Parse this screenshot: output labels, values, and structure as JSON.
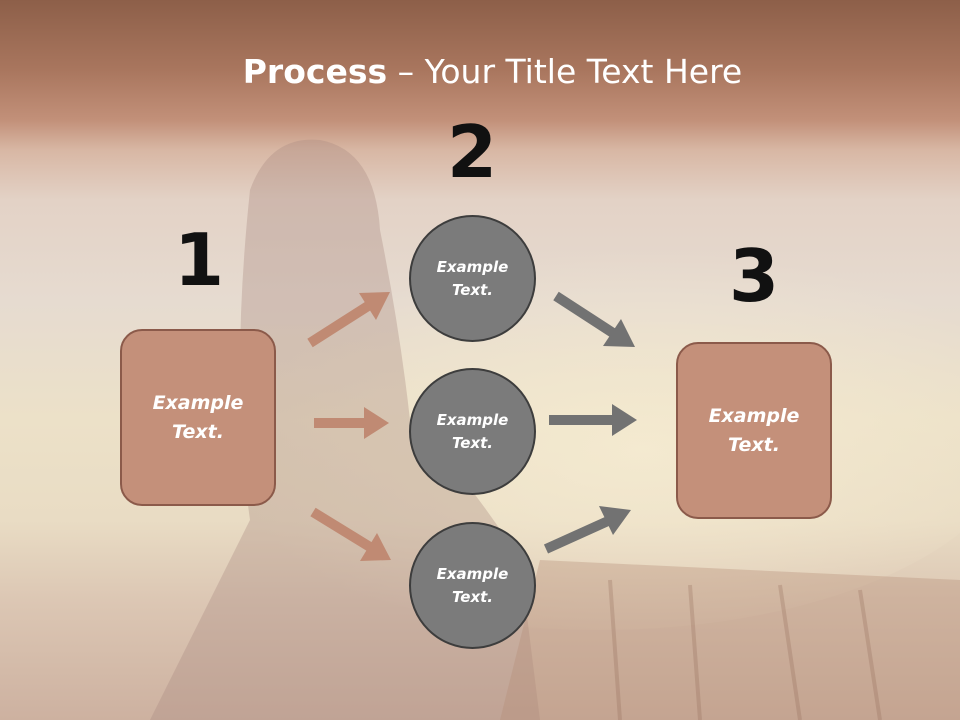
{
  "title": {
    "bold": "Process",
    "rest": " – Your Title Text Here"
  },
  "steps": [
    {
      "number": "1",
      "text": "Example\nText."
    },
    {
      "number": "2",
      "items": [
        "Example\nText.",
        "Example\nText.",
        "Example\nText."
      ]
    },
    {
      "number": "3",
      "text": "Example\nText."
    }
  ],
  "colors": {
    "box_fill": "#c4907a",
    "circle_fill": "#7b7b7b",
    "arrow_left": "#c08a73",
    "arrow_right": "#727272"
  }
}
